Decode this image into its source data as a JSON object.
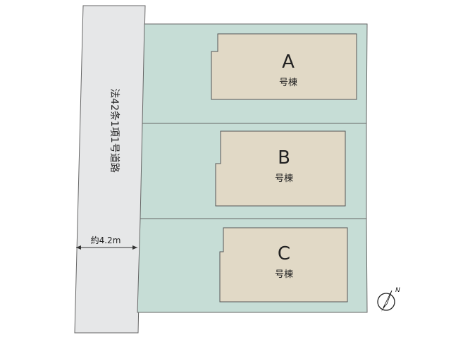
{
  "road": {
    "label": "法42条1項1号道路",
    "width_label": "約4.2m"
  },
  "buildings": [
    {
      "letter": "A",
      "suffix": "号棟"
    },
    {
      "letter": "B",
      "suffix": "号棟"
    },
    {
      "letter": "C",
      "suffix": "号棟"
    }
  ],
  "compass": {
    "north_label": "N"
  },
  "colors": {
    "road_fill": "#e6e7e8",
    "lot_fill": "#c6ddd6",
    "building_fill": "#e1d9c6",
    "outline": "#555555"
  }
}
